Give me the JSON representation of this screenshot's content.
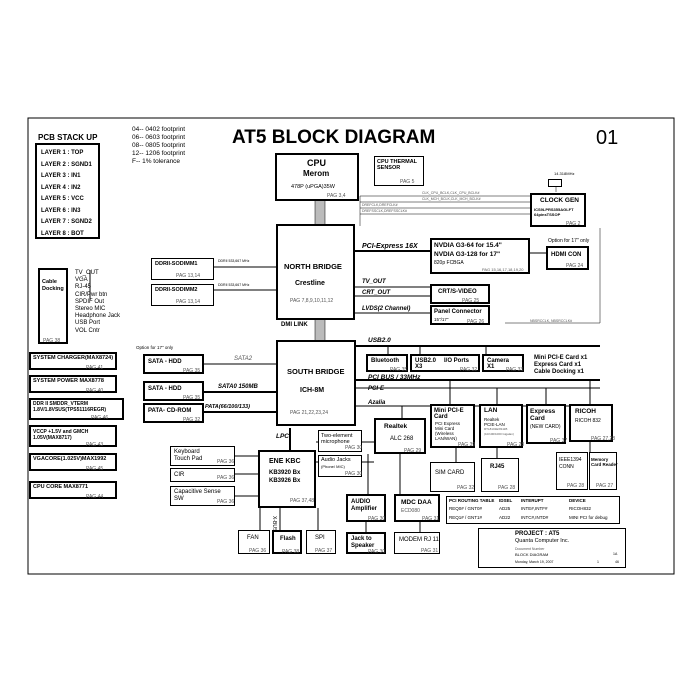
{
  "page": {
    "title": "AT5 BLOCK DIAGRAM",
    "page_no": "01"
  },
  "footprints": [
    "04-- 0402 footprint",
    "06-- 0603 footprint",
    "08-- 0805 footprint",
    "12-- 1206 footprint",
    "F-- 1% tolerance"
  ],
  "pcb": {
    "title": "PCB STACK UP",
    "layers": [
      "LAYER 1 : TOP",
      "LAYER 2 : SGND1",
      "LAYER 3 : IN1",
      "LAYER 4 : IN2",
      "LAYER 5 : VCC",
      "LAYER 6 : IN3",
      "LAYER 7 : SGND2",
      "LAYER 8 : BOT"
    ]
  },
  "cpu": {
    "title": "CPU",
    "name": "Merom",
    "pkg": "478P (uPGA)35W",
    "pag": "PAG 3,4"
  },
  "thermal": {
    "label": "CPU THERMAL SENSOR",
    "pag": "PAG 5"
  },
  "clock": {
    "title": "CLOCK GEN",
    "part": "ICS9LPRS355AGLFT 64pinsTSSOP",
    "pag": "PAG 2",
    "freq": "14.318MHz",
    "signals": [
      "CLK_CPU_BCLK,CLK_CPU_BCLK#",
      "CLK_MCH_BCLK,CLK_MCH_BCLK#",
      "DREFCLK,DREFCLK#",
      "DREFSSCLK,DREFSSCLK#"
    ]
  },
  "nb": {
    "title": "NORTH BRIDGE",
    "name": "Crestline",
    "pag": "PAG 7,8,9,10,11,12"
  },
  "dimm": [
    {
      "label": "DDRII-SODIMM1",
      "pag": "PAG 13,14"
    },
    {
      "label": "DDRII-SODIMM2",
      "pag": "PAG 13,14"
    }
  ],
  "ddr_bus": "DDRII  533,667 MHz",
  "gpu": {
    "line1": "NVDIA G3-64 for 15.4\"",
    "line2": "NVDIA G3-128 for 17\"",
    "pkg": "820p FCBGA",
    "pag": "PAG 15,16,17,18,19,20",
    "option": "Option for 17\" only"
  },
  "hdmi": {
    "label": "HDMI CON",
    "pag": "PAG 24"
  },
  "buses": {
    "pcie16": "PCI-Express 16X",
    "tvout": "TV_OUT",
    "crtout": "CRT_OUT",
    "lvds": "LVDS(2 Channel)",
    "dmi": "DMI LINK",
    "usb": "USB2.0",
    "pci": "PCI BUS / 33MHz",
    "pcie": "PCI-E",
    "azalia": "Azalia",
    "sata2": "SATA2",
    "sata150": "SATA0 150MB",
    "pata": "PATA(66/100/133)",
    "lpc": "LPC",
    "xbus": "X-BUS",
    "nbsrc": "NBSRCCLK, NBSRCCLK#"
  },
  "crt": {
    "label": "CRT/S-VIDEO",
    "pag": "PAG 25"
  },
  "panel": {
    "label": "Panel Connector",
    "sub": "15\"/17\"",
    "pag": "PAG 26"
  },
  "tv": {
    "items": [
      "TV_OUT",
      "VGA",
      "RJ-45",
      "CIR/Pwr btn",
      "SPDIF Out",
      "Stereo MIC",
      "Headphone Jack",
      "USB Port",
      "VOL Cntr"
    ]
  },
  "cabledock": {
    "label": "Cable Docking",
    "pag": "PAG 38"
  },
  "sb": {
    "title": "SOUTH BRIDGE",
    "name": "ICH-8M",
    "pag": "PAG 21,22,23,24"
  },
  "sata_option": "Option for 17\" only",
  "sata": [
    {
      "label": "SATA - HDD",
      "pag": "PAG 35"
    },
    {
      "label": "SATA - HDD",
      "pag": "PAG 35"
    }
  ],
  "pata": {
    "label": "PATA-  CD-ROM",
    "pag": "PAG 32"
  },
  "power": [
    {
      "label": "SYSTEM CHARGER(MAX8724)",
      "pag": "PAG 41"
    },
    {
      "label": "SYSTEM POWER MAX8778",
      "pag": "PAG 40"
    },
    {
      "label": "DDR II SMDDR_VTERM 1.8V/1.8VSUS(TPS51116REGR)",
      "pag": "PAG 46"
    },
    {
      "label": "VCCP +1.5V and GMCH 1.05V(MAX8717)",
      "pag": "PAG 43"
    },
    {
      "label": "VGACORE(1.025V)MAX1992",
      "pag": "PAG 45"
    },
    {
      "label": "CPU CORE MAX8771",
      "pag": "PAG 44"
    }
  ],
  "usb_dev": [
    {
      "label": "Bluetooth",
      "pag": "PAG 35"
    },
    {
      "label": "USB2.0 X3",
      "pag": "PAG 33"
    },
    {
      "label": "I/O Ports",
      "pag": "PAG 32"
    },
    {
      "label": "Camera X1",
      "pag": "PAG 33"
    }
  ],
  "minipci_list": [
    "Mini PCI-E Card x1",
    "Express Card x1",
    "Cable Docking x1"
  ],
  "realtek": {
    "label": "Realtek",
    "sub": "ALC 268",
    "pag": "PAG 29"
  },
  "mic": {
    "label": "Two-element microphone",
    "pag": "PAG 30"
  },
  "jacks": {
    "label": "Audio Jacks",
    "sub": "(Phone/ MIC)",
    "pag": "PAG 30"
  },
  "amp": {
    "label": "AUDIO Amplifier",
    "pag": "PAG 30"
  },
  "speaker": {
    "label": "Jack to Speaker",
    "pag": "PAG 30"
  },
  "mdc": {
    "label": "MDC DAA",
    "sub": "ECD080",
    "pag": "PAG 31"
  },
  "modem": {
    "label": "MODEM RJ 11",
    "pag": "PAG 31"
  },
  "minipcie": {
    "title": "Mini PCI-E Card",
    "lines": [
      "PCI Express",
      "Mini Card",
      "(Wireless",
      "LAN/WAN)"
    ],
    "pag": "PAG 39"
  },
  "lan": {
    "title": "LAN",
    "lines": [
      "Realtek",
      "PCIE-LAN",
      "RTL8101E/8111B",
      "(10/100/1000 Gigalan)"
    ],
    "pag": "PAG 28"
  },
  "expcard": {
    "title": "Express Card",
    "sub": "(NEW CARD)",
    "pag": "PAG 37"
  },
  "ricoh": {
    "title": "RICOH",
    "sub": "RICOH 832",
    "pag": "PAG 27,28"
  },
  "simcard": {
    "label": "SIM CARD",
    "pag": "PAG 32"
  },
  "rj45": {
    "label": "RJ45",
    "pag": "PAG 28"
  },
  "ieee": {
    "label": "IEEE1394 CONN",
    "pag": "PAG 28"
  },
  "memcard": {
    "label": "Memory Card Reader",
    "pag": "PAG 27"
  },
  "kbc": {
    "title": "ENE KBC",
    "parts": [
      "KB3920 Bx",
      "KB3926 Bx"
    ],
    "pag": "PAG 37,48"
  },
  "kbd": {
    "label": "Keyboard Touch Pad",
    "pag": "PAG 36"
  },
  "cir": {
    "label": "CIR",
    "pag": "PAG 36"
  },
  "capsense": {
    "label": "Capacitive Sense SW",
    "pag": "PAG 36"
  },
  "fan": {
    "label": "FAN",
    "pag": "PAG 36"
  },
  "flash": {
    "label": "Flash",
    "pag": "PAG 38"
  },
  "spi": {
    "label": "SPI",
    "pag": "PAG 37"
  },
  "routing": {
    "headers": [
      "PCI ROUTING TABLE",
      "IDSEL",
      "INTERUPT",
      "DEVICE"
    ],
    "rows": [
      [
        "REQ0# / GNT0#",
        "AD25",
        "INTE#,INTF#",
        "RICOH832"
      ],
      [
        "REQ1# / GNT1#",
        "AD22",
        "INTC#,INTD#",
        "MINI PCI for debug"
      ]
    ]
  },
  "titleblock": {
    "project": "PROJECT : AT5",
    "company": "Quanta Computer Inc.",
    "doc_label": "Document Number",
    "doc": "BLOCK DIAGRAM",
    "size": "Custom",
    "date": "Monday, March 19, 2007",
    "rev": "1A",
    "sheet": "1",
    "of": "46"
  }
}
